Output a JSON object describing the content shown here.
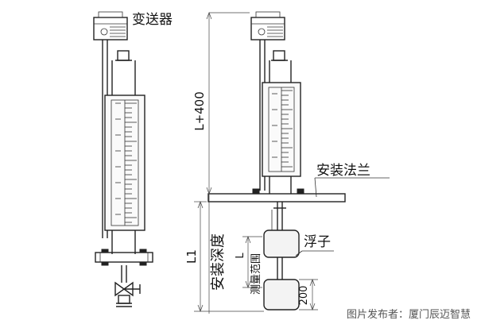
{
  "labels": {
    "transmitter": "变送器",
    "flange": "安装法兰",
    "float": "浮子",
    "install_depth": "安装深度",
    "range_l": "L",
    "range": "测量范围",
    "l_plus_400": "L+400",
    "l1": "L1",
    "dim_200": "200"
  },
  "credit": "图片发布者：厦门辰迈智慧"
}
